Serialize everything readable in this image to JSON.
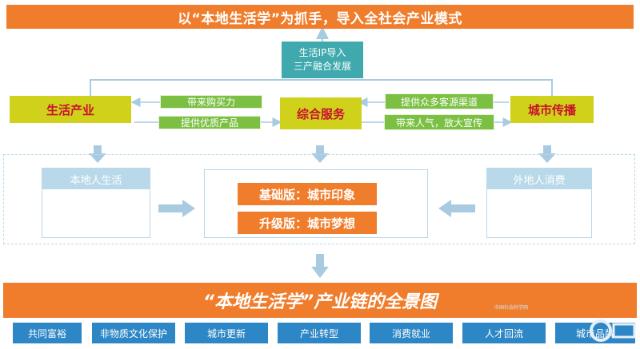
{
  "top_banner": "以“本地生活学”为抓手，导入全社会产业模式",
  "ip_box": {
    "line1": "生活IP导入",
    "line2": "三产融合发展"
  },
  "nodes": {
    "left": "生活产业",
    "center": "综合服务",
    "right": "城市传播"
  },
  "edge_labels": {
    "left_top": "带来购买力",
    "left_bottom": "提供优质产品",
    "right_top": "提供众多客源渠道",
    "right_bottom": "带来人气，放大宣传"
  },
  "side_boxes": {
    "left": "本地人生活",
    "right": "外地人消费"
  },
  "center_versions": {
    "basic": "基础版：城市印象",
    "upgrade": "升级版：城市梦想"
  },
  "bottom_banner": "“本地生活学”产业链的全景图",
  "bottom_items": [
    "共同富裕",
    "非物质文化保护",
    "城市更新",
    "产业转型",
    "消费就业",
    "人才回流",
    "城市品牌"
  ],
  "watermark": "中国社会科学网",
  "colors": {
    "orange": "#f07d2c",
    "teal": "#3fa9ae",
    "yellow": "#cfd11a",
    "green": "#7bc043",
    "light_blue": "#b9d9ea",
    "blue": "#2d86c5",
    "red_text": "#c8102e"
  }
}
